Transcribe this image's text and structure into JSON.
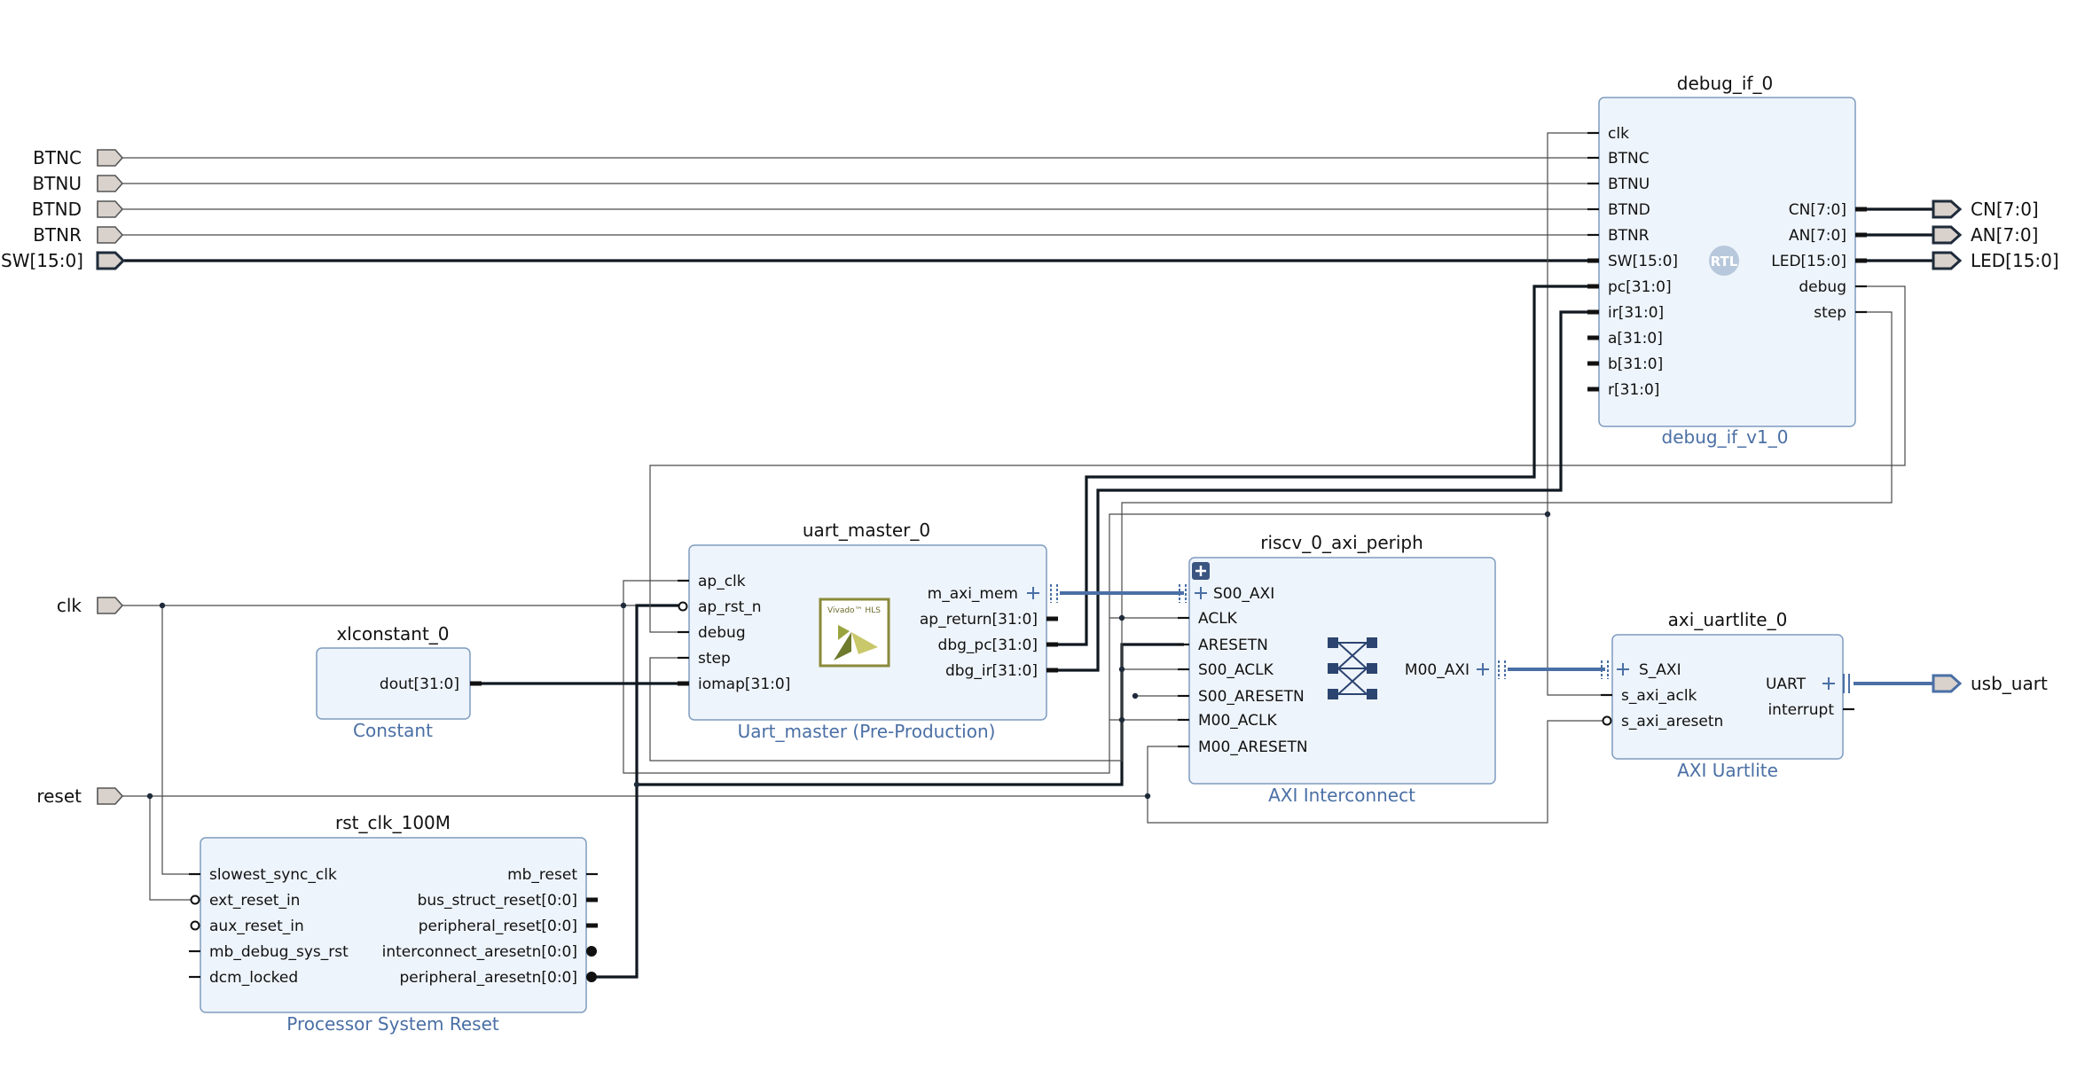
{
  "external_ports": {
    "btnc": "BTNC",
    "btnu": "BTNU",
    "btnd": "BTND",
    "btnr": "BTNR",
    "sw": "SW[15:0]",
    "clk": "clk",
    "reset": "reset",
    "cn": "CN[7:0]",
    "an": "AN[7:0]",
    "led": "LED[15:0]",
    "usb_uart": "usb_uart"
  },
  "debug_if": {
    "name": "debug_if_0",
    "type": "debug_if_v1_0",
    "badge": "RTL",
    "inputs": [
      "clk",
      "BTNC",
      "BTNU",
      "BTND",
      "BTNR",
      "SW[15:0]",
      "pc[31:0]",
      "ir[31:0]",
      "a[31:0]",
      "b[31:0]",
      "r[31:0]"
    ],
    "outputs": [
      "CN[7:0]",
      "AN[7:0]",
      "LED[15:0]",
      "debug",
      "step"
    ]
  },
  "uart_master": {
    "name": "uart_master_0",
    "type": "Uart_master (Pre-Production)",
    "logo": "Vivado™ HLS",
    "inputs": [
      "ap_clk",
      "ap_rst_n",
      "debug",
      "step",
      "iomap[31:0]"
    ],
    "outputs": [
      "m_axi_mem",
      "ap_return[31:0]",
      "dbg_pc[31:0]",
      "dbg_ir[31:0]"
    ]
  },
  "xlconstant": {
    "name": "xlconstant_0",
    "type": "Constant",
    "outputs": [
      "dout[31:0]"
    ]
  },
  "axi_periph": {
    "name": "riscv_0_axi_periph",
    "type": "AXI Interconnect",
    "inputs": [
      "S00_AXI",
      "ACLK",
      "ARESETN",
      "S00_ACLK",
      "S00_ARESETN",
      "M00_ACLK",
      "M00_ARESETN"
    ],
    "outputs": [
      "M00_AXI"
    ]
  },
  "axi_uartlite": {
    "name": "axi_uartlite_0",
    "type": "AXI Uartlite",
    "inputs": [
      "S_AXI",
      "s_axi_aclk",
      "s_axi_aresetn"
    ],
    "outputs": [
      "UART",
      "interrupt"
    ]
  },
  "rst_clk": {
    "name": "rst_clk_100M",
    "type": "Processor System Reset",
    "inputs": [
      "slowest_sync_clk",
      "ext_reset_in",
      "aux_reset_in",
      "mb_debug_sys_rst",
      "dcm_locked"
    ],
    "outputs": [
      "mb_reset",
      "bus_struct_reset[0:0]",
      "peripheral_reset[0:0]",
      "interconnect_aresetn[0:0]",
      "peripheral_aresetn[0:0]"
    ]
  },
  "colors": {
    "block_fill": "#eef4fb",
    "block_border": "#7f9cbf",
    "type_text": "#4a6fa5",
    "axi_bus": "#4a6fa5"
  }
}
